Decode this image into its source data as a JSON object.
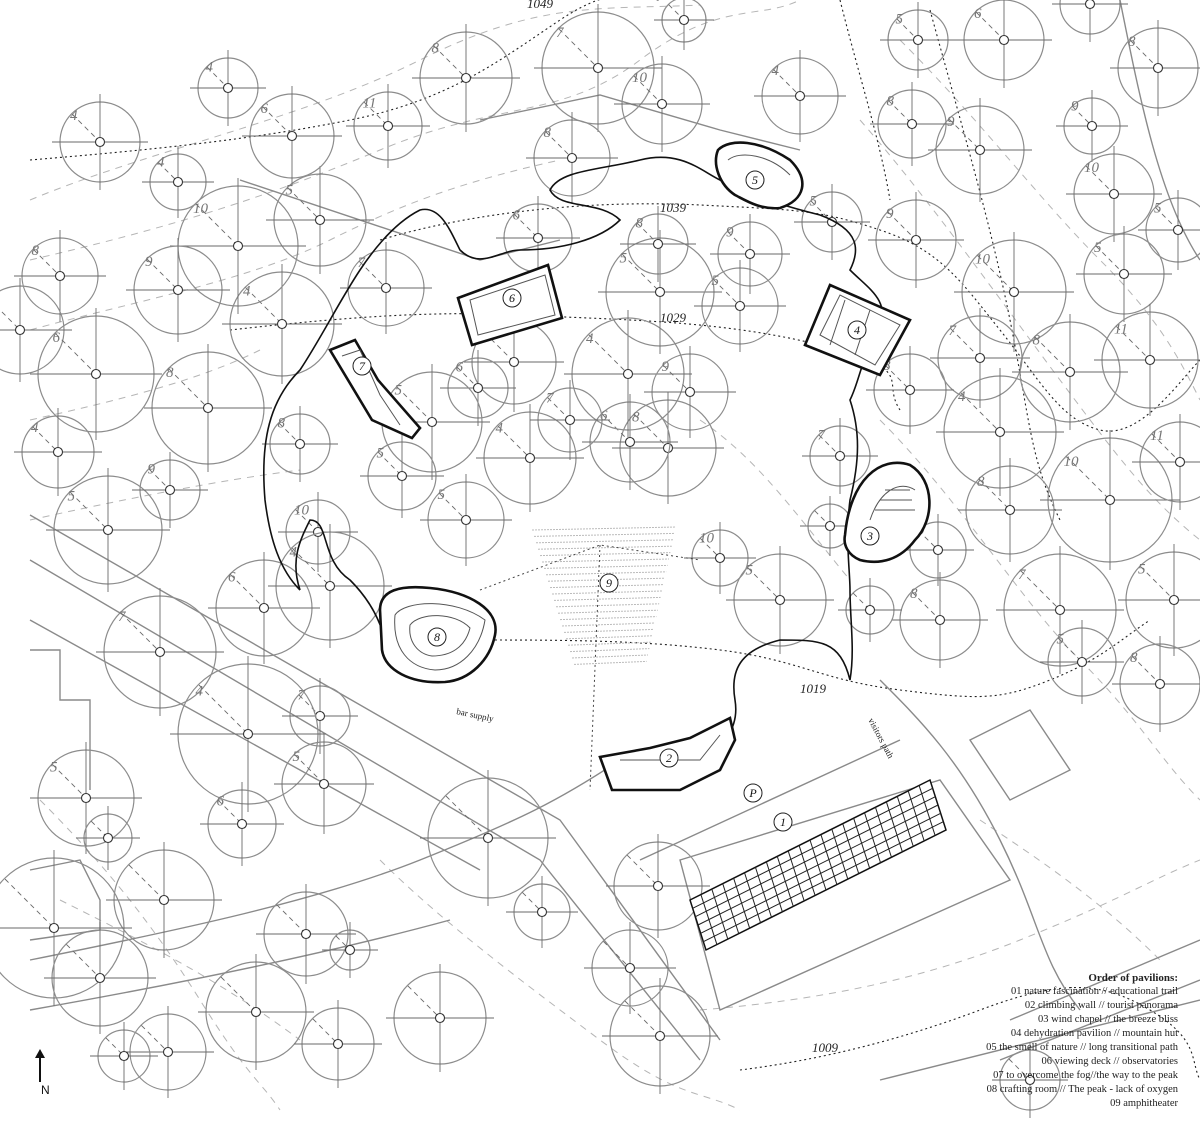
{
  "map": {
    "elevation_labels": [
      "1049",
      "1039",
      "1029",
      "1019",
      "1009"
    ],
    "annotations": {
      "bar_supply": "bar supply",
      "visitors_path": "visitors path",
      "parking": "P"
    },
    "pavilion_markers": [
      "1",
      "2",
      "3",
      "4",
      "5",
      "6",
      "7",
      "8",
      "9"
    ],
    "tree_height_numbers": [
      "4",
      "4",
      "4",
      "5",
      "6",
      "11",
      "8",
      "7",
      "6",
      "8",
      "10",
      "10",
      "4",
      "5",
      "9",
      "8",
      "7",
      "6",
      "8",
      "9",
      "10",
      "5",
      "5",
      "10",
      "9",
      "5",
      "7",
      "8",
      "11",
      "4",
      "8",
      "7",
      "8",
      "9",
      "8",
      "10",
      "11",
      "7",
      "5",
      "5",
      "8",
      "8",
      "4",
      "5",
      "10",
      "8",
      "6",
      "4",
      "9",
      "5",
      "5",
      "9",
      "8",
      "4",
      "7",
      "11",
      "6",
      "5",
      "7",
      "4",
      "10",
      "8",
      "5",
      "6",
      "9",
      "8",
      "4",
      "5",
      "9",
      "7",
      "6",
      "10",
      "8",
      "5",
      "5",
      "4",
      "7",
      "4",
      "5",
      "6",
      "5",
      "9"
    ]
  },
  "legend": {
    "title": "Order of pavilions:",
    "items": [
      "01 nature fascination // educational trail",
      "02 climbing wall // tourist panorama",
      "03 wind chapel // the breeze bliss",
      "04 dehydration pavilion // mountain hut",
      "05 the smell of nature // long transitional path",
      "06 viewing deck // observatories",
      "07 to overcome the fog//the way to the peak",
      "08 crafting room // The peak - lack of oxygen",
      "09 amphitheater"
    ]
  },
  "north_arrow": {
    "label": "N"
  }
}
